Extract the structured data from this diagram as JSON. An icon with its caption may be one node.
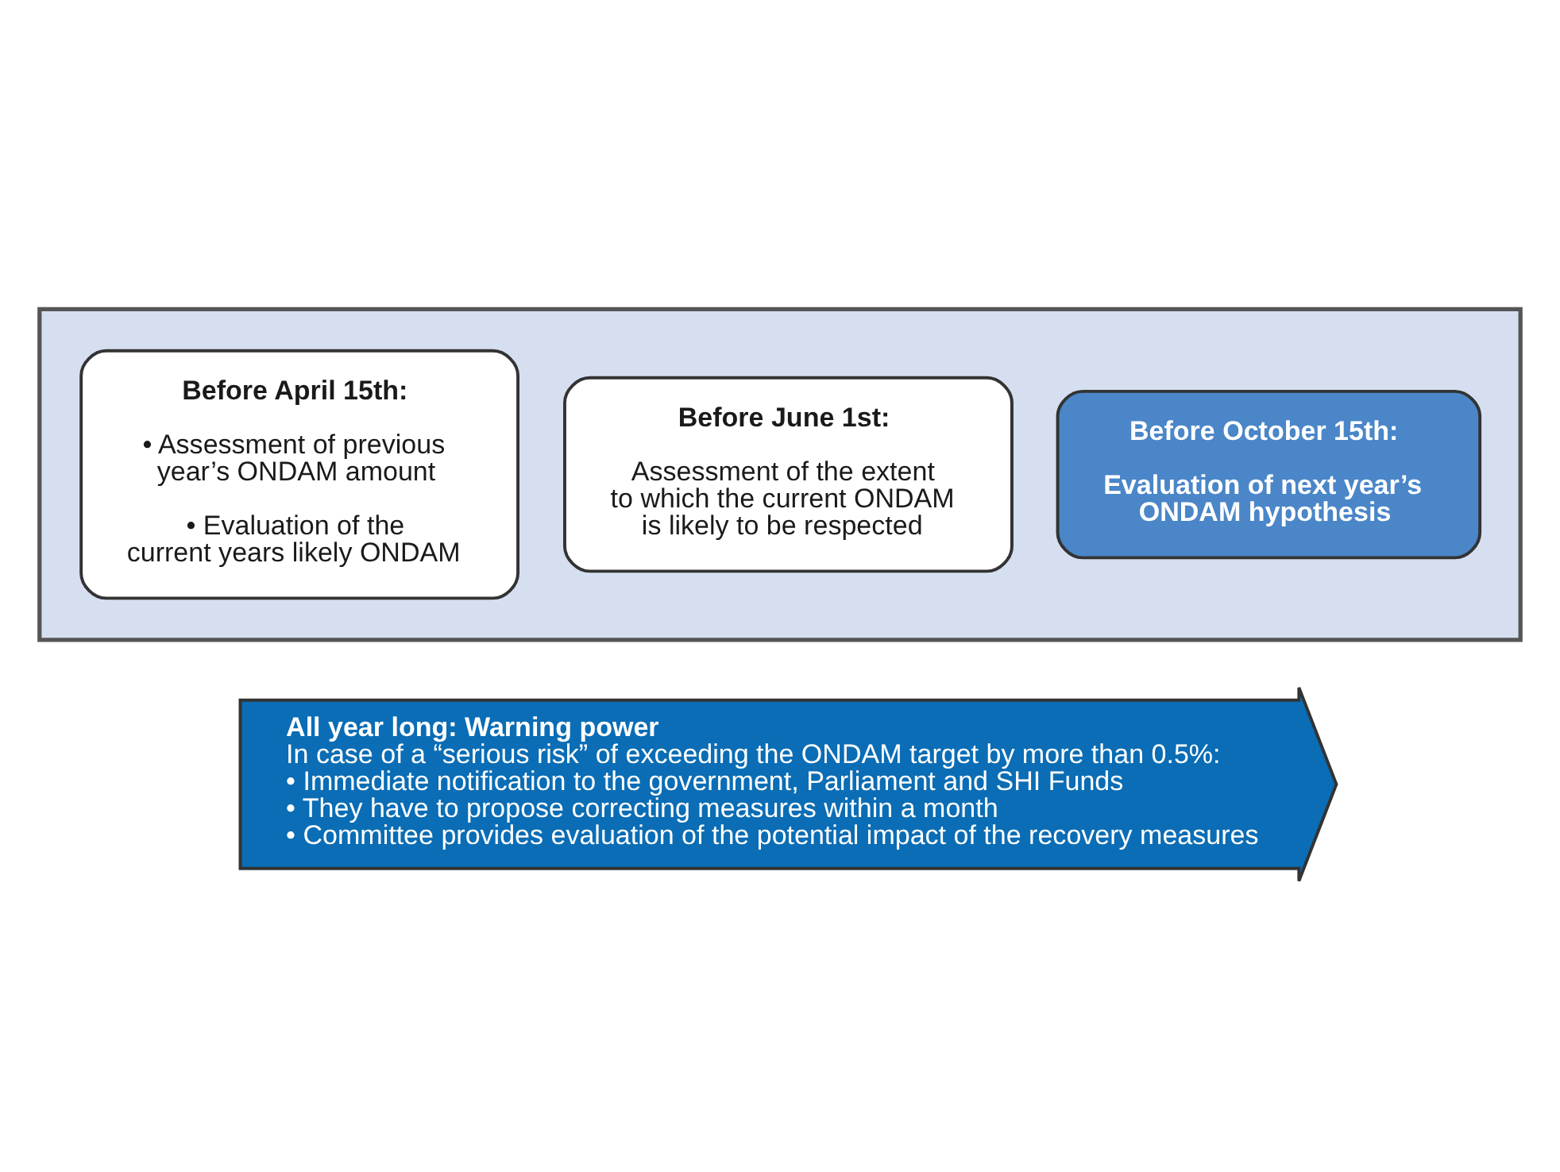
{
  "diagram": {
    "nodes": [
      {
        "text": [],
        "shape": "arrow"
      },
      {
        "text": [
          "Before April 15th:",
          "• Assessment of previous year’s ONDAM amount",
          "• Evaluation of the current years likely ONDAM"
        ],
        "in": 0
      },
      {
        "text": [
          "Before June 1st:",
          "Assessment of the extent to which the current ONDAM is likely to be respected"
        ],
        "in": 0
      },
      {
        "text": [
          "Before October 15th:",
          "Evaluation of next year’s ONDAM hypothesis"
        ],
        "in": 0
      },
      {
        "text": [
          "All year long: Warning power",
          "In case of a “serious risk” of exceeding the ONDAM target by more than 0.5%:",
          "• Immediate notification to the government, Parliament and SHI Funds",
          "• They have to propose correcting measures within a month",
          "• Committee provides evaluation of the potential impact of the recovery measures"
        ]
      }
    ],
    "edges": []
  }
}
